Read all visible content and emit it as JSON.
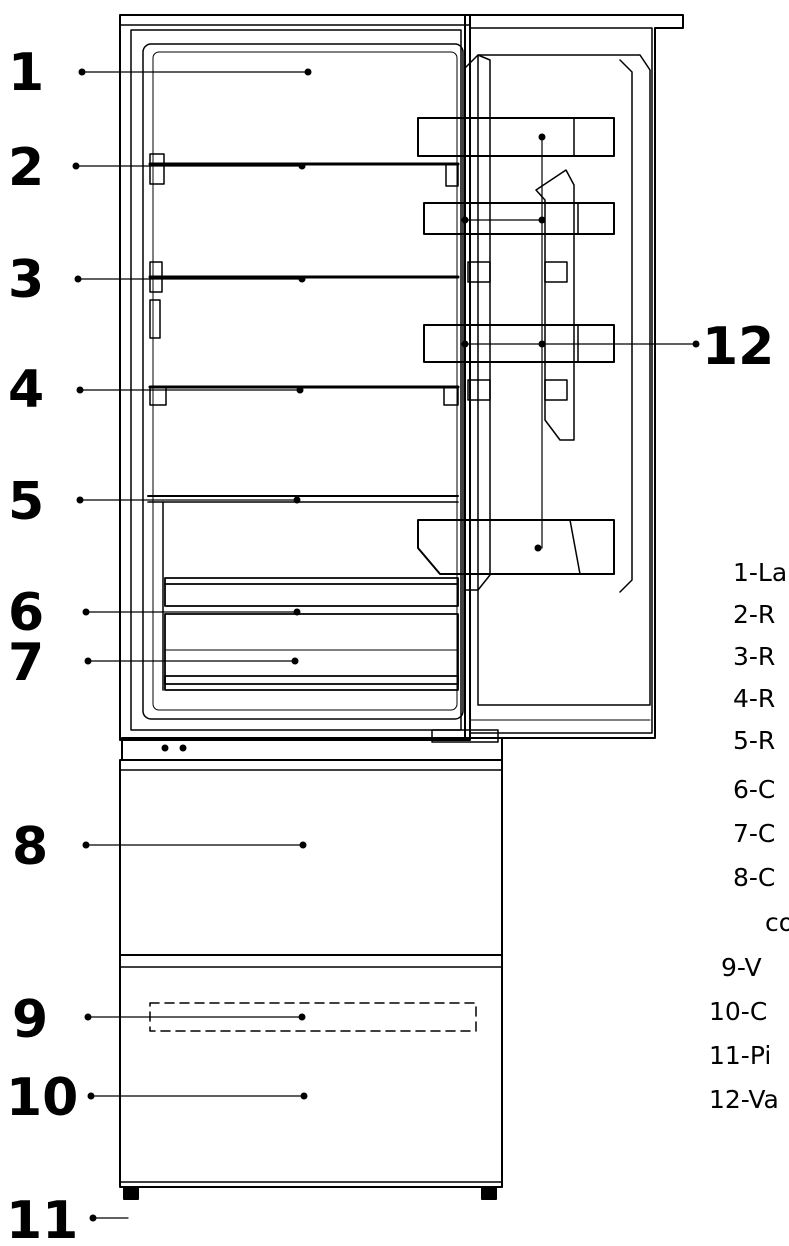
{
  "callouts": [
    {
      "number": "1"
    },
    {
      "number": "2"
    },
    {
      "number": "3"
    },
    {
      "number": "4"
    },
    {
      "number": "5"
    },
    {
      "number": "6"
    },
    {
      "number": "7"
    },
    {
      "number": "8"
    },
    {
      "number": "9"
    },
    {
      "number": "10"
    },
    {
      "number": "11"
    },
    {
      "number": "12"
    }
  ],
  "legend": [
    {
      "text": "1-La"
    },
    {
      "text": "2-R"
    },
    {
      "text": "3-R"
    },
    {
      "text": "4-R"
    },
    {
      "text": "5-R"
    },
    {
      "text": "6-C"
    },
    {
      "text": "7-C"
    },
    {
      "text": "8-C"
    },
    {
      "text": "co"
    },
    {
      "text": "9-V"
    },
    {
      "text": "10-C"
    },
    {
      "text": "11-Pi"
    },
    {
      "text": "12-Va"
    }
  ]
}
